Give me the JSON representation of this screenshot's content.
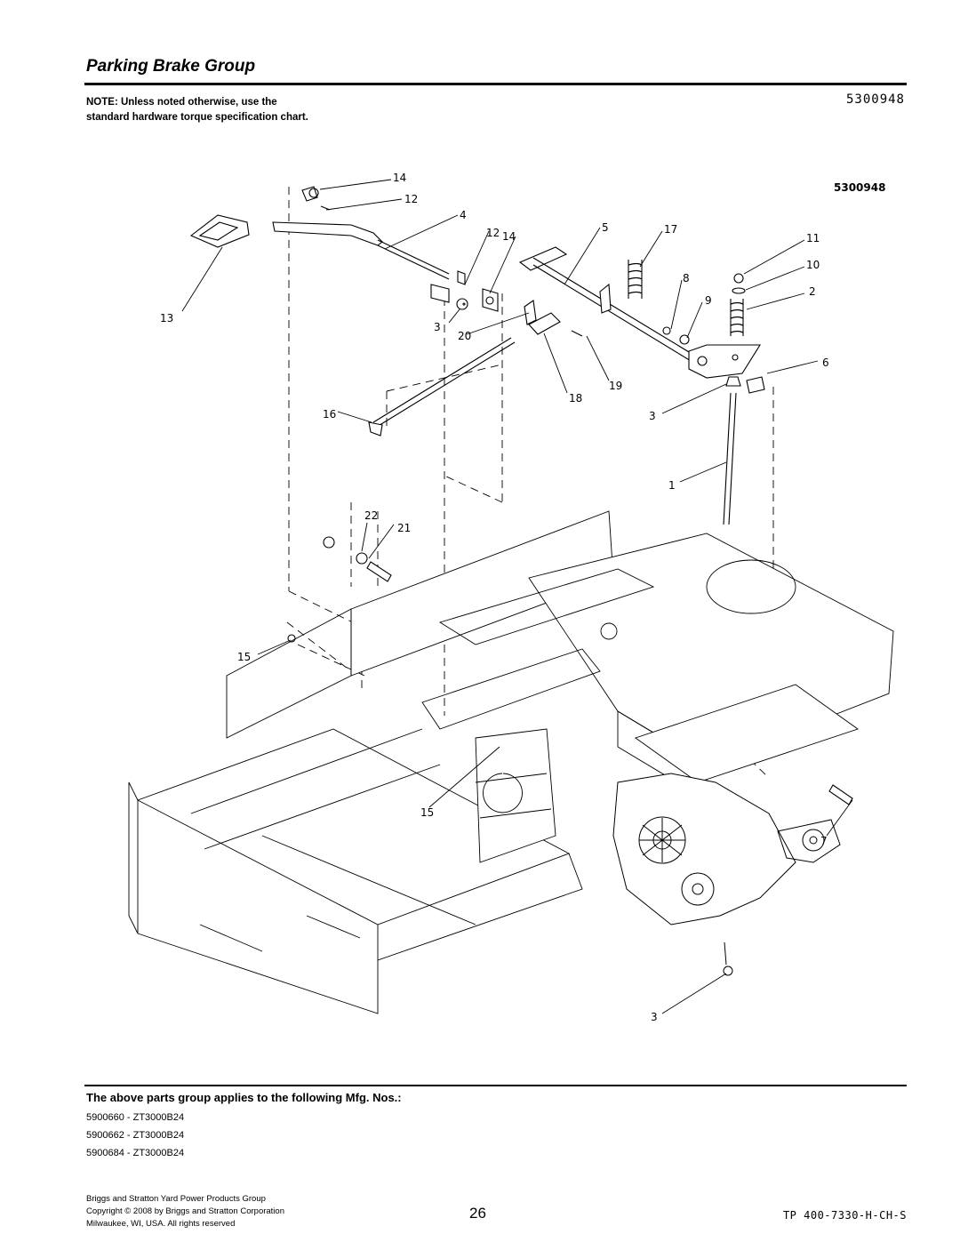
{
  "header": {
    "title": "Parking Brake Group",
    "part_number": "5300948",
    "note": "NOTE: Unless noted otherwise, use the standard hardware torque specification chart."
  },
  "diagram": {
    "part_number": "5300948",
    "callouts": [
      "14",
      "12",
      "4",
      "12",
      "14",
      "5",
      "17",
      "11",
      "10",
      "2",
      "8",
      "9",
      "13",
      "3",
      "20",
      "6",
      "19",
      "18",
      "16",
      "3",
      "1",
      "22",
      "21",
      "15",
      "15",
      "7",
      "3"
    ]
  },
  "applies": {
    "heading": "The above parts group applies to the following Mfg. Nos.:",
    "models": [
      "5900660 - ZT3000B24",
      "5900662 - ZT3000B24",
      "5900684 - ZT3000B24"
    ]
  },
  "footer": {
    "company": "Briggs and Stratton Yard Power Products Group",
    "copyright": "Copyright © 2008 by Briggs and Stratton Corporation",
    "address": "Milwaukee, WI, USA. All rights reserved",
    "page": "26",
    "doc_code": "TP 400-7330-H-CH-S"
  }
}
